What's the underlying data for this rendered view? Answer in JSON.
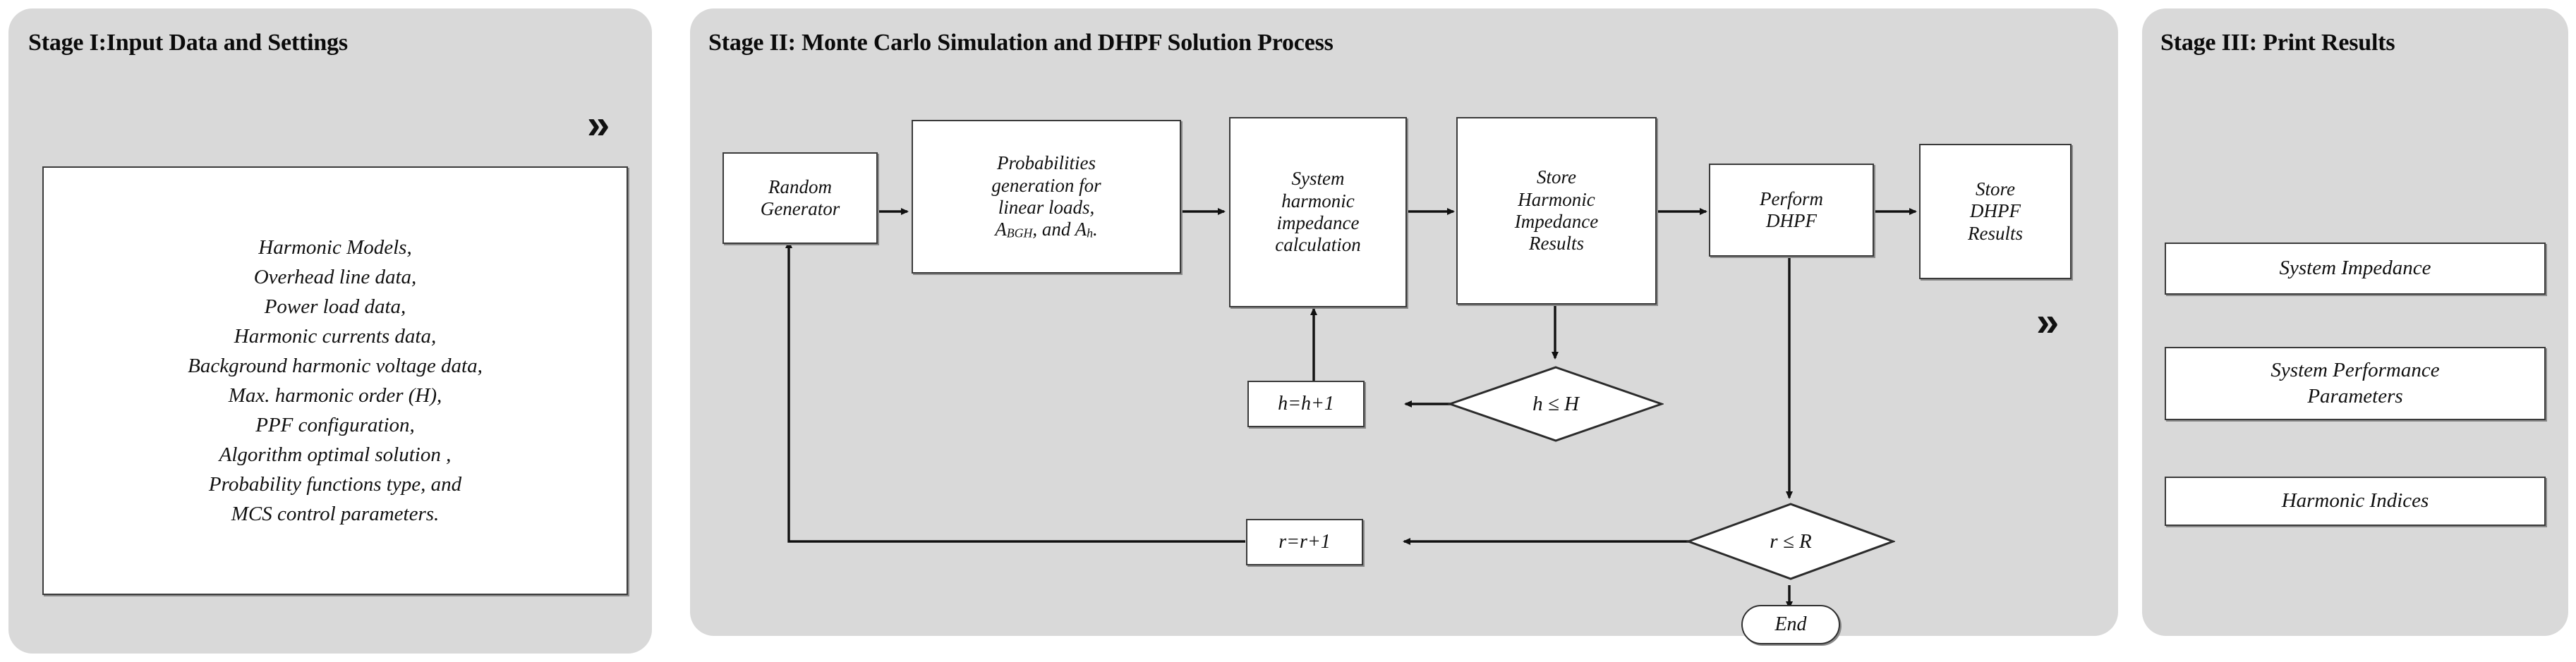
{
  "stages": {
    "one": {
      "title": "Stage I:Input Data and Settings",
      "input_list": "Harmonic Models,\nOverhead line data,\nPower load data,\nHarmonic currents data,\nBackground harmonic voltage data,\nMax. harmonic order (H),\nPPF configuration,\nAlgorithm optimal solution ,\nProbability functions type, and\nMCS control parameters.",
      "chevron": "»"
    },
    "two": {
      "title": "Stage II: Monte Carlo Simulation and DHPF Solution Process",
      "chevron": "»",
      "nodes": {
        "random_generator": "Random\nGenerator",
        "probabilities_line1": "Probabilities",
        "probabilities_line2": "generation for",
        "probabilities_line3": "linear loads,",
        "probabilities_a": "A",
        "probabilities_bgh": "BGH",
        "probabilities_and": ", and ",
        "probabilities_a2": "A",
        "probabilities_h": "h",
        "probabilities_dot": ".",
        "system_impedance": "System\nharmonic\nimpedance\ncalculation",
        "store_harmonic": "Store\nHarmonic\nImpedance\nResults",
        "perform_dhpf": "Perform\nDHPF",
        "store_dhpf": "Store\nDHPF\nResults",
        "h_increment": "h=h+1",
        "h_condition": "h ≤ H",
        "r_increment": "r=r+1",
        "r_condition": "r ≤ R",
        "end": "End"
      }
    },
    "three": {
      "title": "Stage III: Print Results",
      "results": [
        "System Impedance",
        "System Performance\nParameters",
        "Harmonic Indices"
      ]
    }
  },
  "colors": {
    "panel_background": "#d9d9d9",
    "box_background": "#ffffff",
    "box_border": "#3a3a3a",
    "text": "#111111",
    "page_background": "#ffffff"
  }
}
